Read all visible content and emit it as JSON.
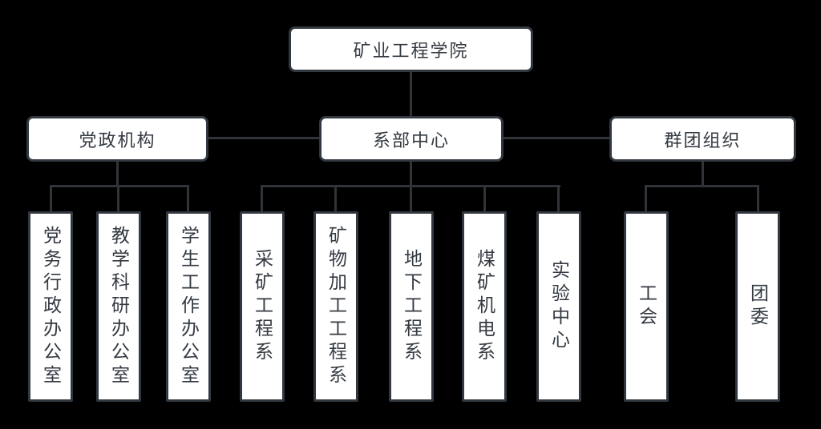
{
  "org": {
    "root_label": "矿业工程学院",
    "branches": [
      {
        "label": "党政机构",
        "children": [
          "党务行政办公室",
          "教学科研办公室",
          "学生工作办公室"
        ]
      },
      {
        "label": "系部中心",
        "children": [
          "采矿工程系",
          "矿物加工工程系",
          "地下工程系",
          "煤矿机电系",
          "实验中心"
        ]
      },
      {
        "label": "群团组织",
        "children": [
          "工会",
          "团委"
        ]
      }
    ]
  },
  "colors": {
    "background": "#000000",
    "box_fill": "#ffffff",
    "box_border": "#323840",
    "connector": "#303339",
    "text": "#343a42"
  }
}
